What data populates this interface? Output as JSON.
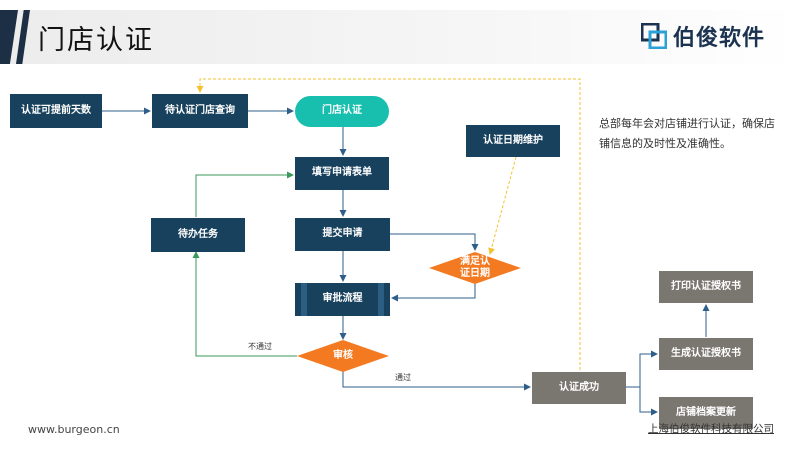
{
  "header": {
    "title": "门店认证",
    "brand": "伯俊软件"
  },
  "nodes": {
    "advance_days": "认证可提前天数",
    "pending_query": "待认证门店查询",
    "store_cert": "门店认证",
    "fill_form": "填写申请表单",
    "submit": "提交申请",
    "approval": "审批流程",
    "todo": "待办任务",
    "date_maint": "认证日期维护",
    "meets_date": "满足认\n证日期",
    "review": "审核",
    "success": "认证成功",
    "print_auth": "打印认证授权书",
    "gen_auth": "生成认证授权书",
    "archive_update": "店铺档案更新"
  },
  "edges": {
    "rejected": "不通过",
    "passed": "通过"
  },
  "note": "总部每年会对店铺进行认证，确保店铺信息的及时性及准确性。",
  "footer": {
    "url": "www.burgeon.cn",
    "company": "上海伯俊软件科技有限公司"
  },
  "colors": {
    "node_dark": "#17415d",
    "node_gray": "#7a7670",
    "start_teal": "#19bfae",
    "decision_orange": "#f47a22",
    "arrow_blue": "#2f5f88",
    "arrow_green": "#3a9a5a",
    "arrow_yellow": "#f2c230"
  }
}
